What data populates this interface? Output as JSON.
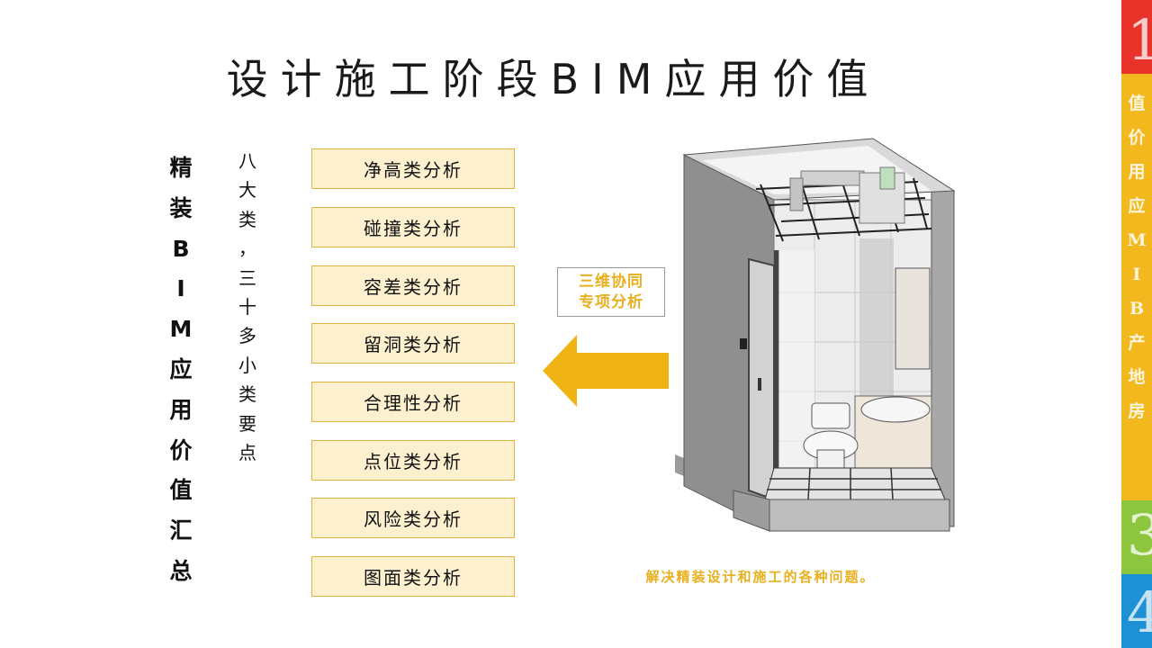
{
  "title": "设计施工阶段BIM应用价值",
  "vertical_title": [
    "精",
    "装",
    "B",
    "I",
    "M",
    "应",
    "用",
    "价",
    "值",
    "汇",
    "总"
  ],
  "vertical_subtitle": [
    "八",
    "大",
    "类",
    "，",
    "三",
    "十",
    "多",
    "小",
    "类",
    "要",
    "点"
  ],
  "analysis_items": [
    "净高类分析",
    "碰撞类分析",
    "容差类分析",
    "留洞类分析",
    "合理性分析",
    "点位类分析",
    "风险类分析",
    "图面类分析"
  ],
  "tag": {
    "line1": "三维协同",
    "line2": "专项分析"
  },
  "caption": "解决精装设计和施工的各种问题。",
  "side_tabs": {
    "tab1_number": "1",
    "tab2_text": [
      "值",
      "价",
      "用",
      "应",
      "M",
      "I",
      "B",
      "产",
      "地",
      "房"
    ],
    "tab3_number": "3",
    "tab4_number": "4"
  },
  "colors": {
    "accent": "#e8b01f",
    "box_fill": "#fdf0cf",
    "box_border": "#e2b341",
    "tab_red": "#e8322a",
    "tab_yellow": "#f3b81d",
    "tab_green": "#8cc63f",
    "tab_blue": "#1e90d6"
  }
}
